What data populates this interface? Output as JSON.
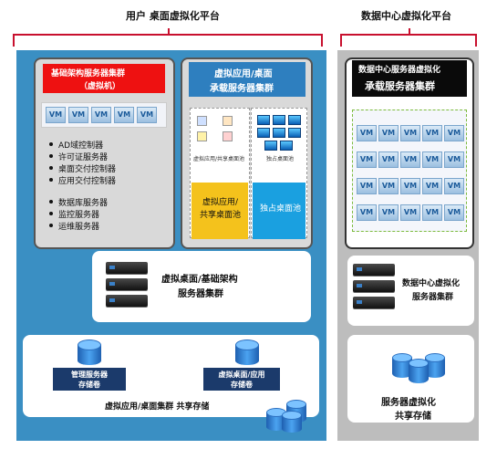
{
  "left_header": "用户 桌面虚拟化平台",
  "right_header": "数据中心虚拟化平台",
  "infra_cluster": {
    "title_line1": "基础架构服务器集群",
    "title_line2": "（虚拟机）",
    "vm_label": "VM",
    "items_group1": [
      "AD域控制器",
      "许可证服务器",
      "桌面交付控制器",
      "应用交付控制器"
    ],
    "items_group2": [
      "数据库服务器",
      "监控服务器",
      "运维服务器"
    ]
  },
  "app_cluster": {
    "title_line1": "虚拟应用/桌面",
    "title_line2": "承载服务器集群",
    "shared_pool_caption": "虚拟应用/共享桌面池",
    "dedicated_pool_caption": "独占桌面池",
    "shared_pool_box_line1": "虚拟应用/",
    "shared_pool_box_line2": "共享桌面池",
    "dedicated_pool_box": "独占桌面池"
  },
  "left_server": {
    "line1": "虚拟桌面/基础架构",
    "line2": "服务器集群"
  },
  "left_storage": {
    "mgmt_volume_line1": "管理服务器",
    "mgmt_volume_line2": "存储卷",
    "desk_volume_line1": "虚拟桌面/应用",
    "desk_volume_line2": "存储卷",
    "caption": "虚拟应用/桌面集群 共享存储"
  },
  "dc_cluster": {
    "title_line1": "数据中心服务器虚拟化",
    "title_line2": "承载服务器集群",
    "vm_label": "VM"
  },
  "right_server": {
    "line1": "数据中心虚拟化",
    "line2": "服务器集群"
  },
  "right_storage": {
    "line1": "服务器虚拟化",
    "line2": "共享存储"
  },
  "colors": {
    "left_panel": "#3a8fc3",
    "right_panel": "#bdbdbd",
    "brace": "#c8102e",
    "infra_title_bg": "#ee1111",
    "app_title_bg": "#2e7fbf",
    "dc_title_bg": "#0a0a0a",
    "pool_yellow": "#f4c21c",
    "pool_blue": "#1aa0e0"
  }
}
